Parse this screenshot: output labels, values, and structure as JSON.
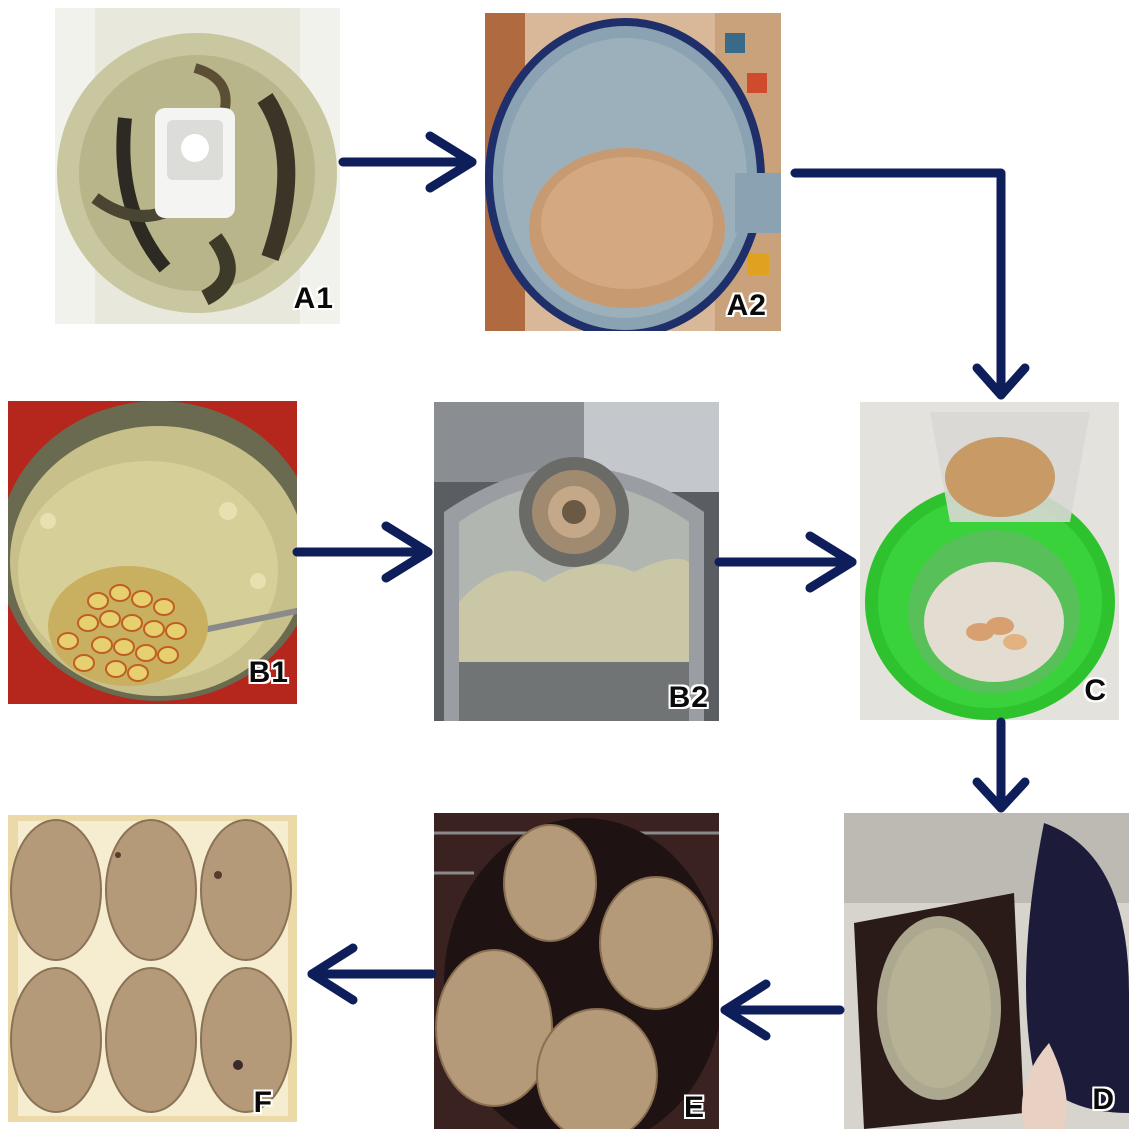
{
  "panels": {
    "a1": {
      "label": "A1",
      "picture": "grinder-bowl-with-dried-pieces"
    },
    "a2": {
      "label": "A2",
      "picture": "pot-with-fine-powder"
    },
    "b1": {
      "label": "B1",
      "picture": "red-pot-with-cooked-kernels-and-spoon"
    },
    "b2": {
      "label": "B2",
      "picture": "mill-grinding-dough"
    },
    "c": {
      "label": "C",
      "picture": "powder-poured-into-green-bowl"
    },
    "d": {
      "label": "D",
      "picture": "tortilla-press-with-dough"
    },
    "e": {
      "label": "E",
      "picture": "tortillas-cooking-on-griddle"
    },
    "f": {
      "label": "F",
      "picture": "six-finished-tortillas"
    }
  },
  "colors": {
    "arrow": "#0d1e5a",
    "green_bowl": "#2ec32e",
    "pot_red": "#b5261c",
    "tortilla": "#b49a78"
  }
}
